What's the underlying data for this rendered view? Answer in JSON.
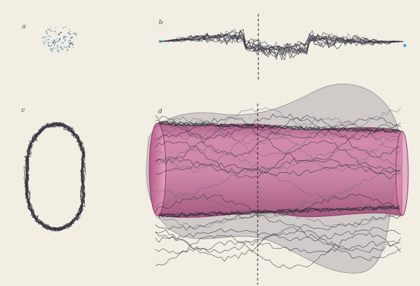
{
  "figure": {
    "panels": [
      {
        "id": "a",
        "letter": "a"
      },
      {
        "id": "b",
        "letter": "b"
      },
      {
        "id": "c",
        "letter": "c"
      },
      {
        "id": "d",
        "letter": "d"
      }
    ]
  },
  "colors": {
    "background": "#f3eee4",
    "line": "#2a2a35",
    "line_light": "#6a6a7a",
    "endpoint": "#3aa6c8",
    "dots": "#6aa0b8",
    "magenta_fill": "#c66a96",
    "magenta_edge": "#8e3a66",
    "gray_envelope": "#b3afb0"
  }
}
